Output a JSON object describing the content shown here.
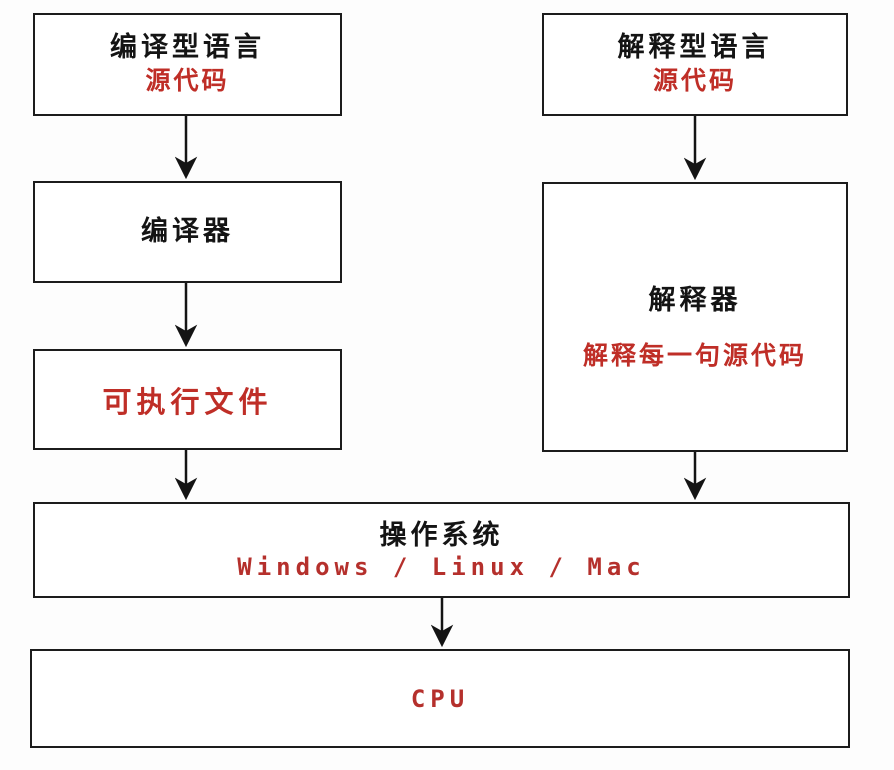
{
  "diagram": {
    "title_implicit": "Compiled vs interpreted language execution flow",
    "colors": {
      "box_border": "#1c1c1c",
      "black_text": "#141414",
      "red_text": "#bf2e27",
      "mono_red_text": "#b5302c",
      "background": "#ffffff"
    },
    "nodes": {
      "compiled_lang": {
        "title": "编译型语言",
        "subtitle": "源代码"
      },
      "compiler": {
        "title": "编译器"
      },
      "executable": {
        "title": "可执行文件"
      },
      "interpreted_lang": {
        "title": "解释型语言",
        "subtitle": "源代码"
      },
      "interpreter": {
        "title": "解释器",
        "subtitle": "解释每一句源代码"
      },
      "os": {
        "title": "操作系统",
        "subtitle": "Windows / Linux / Mac"
      },
      "cpu": {
        "title": "CPU"
      }
    },
    "edges": [
      "compiled_lang -> compiler",
      "compiler -> executable",
      "executable -> os",
      "interpreted_lang -> interpreter",
      "interpreter -> os",
      "os -> cpu"
    ]
  }
}
